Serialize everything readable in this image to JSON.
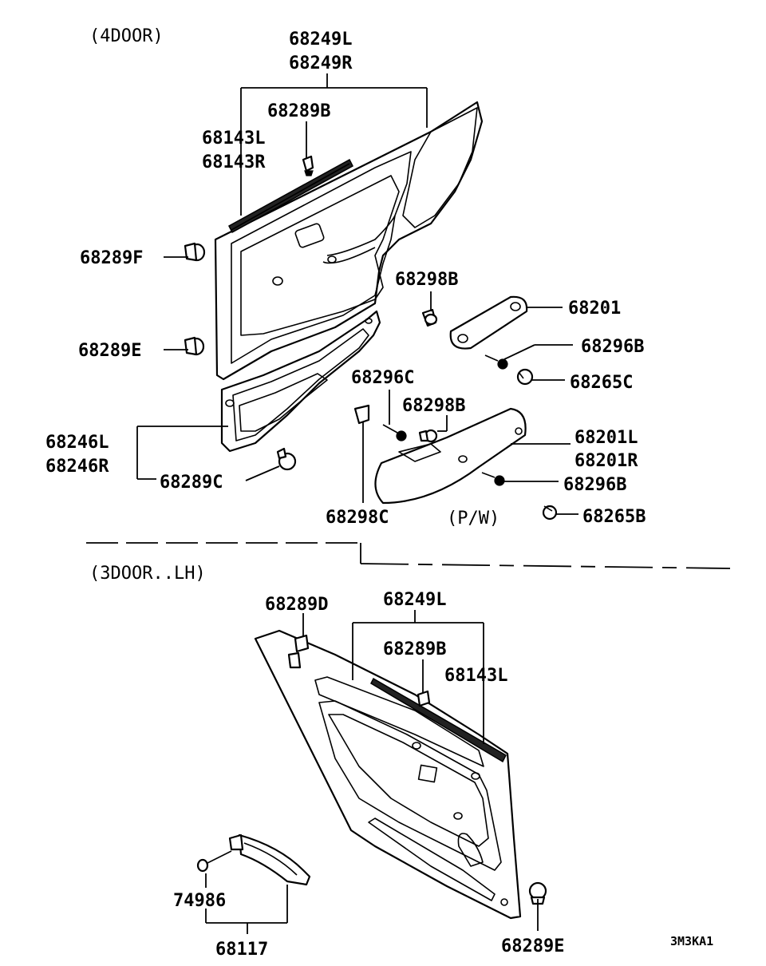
{
  "sections": {
    "top": "(4DOOR)",
    "bottom": "(3DOOR..LH)",
    "pw": "(P/W)"
  },
  "labels": {
    "p68249L_top": "68249L",
    "p68249R_top": "68249R",
    "p68289B_top": "68289B",
    "p68143L_top": "68143L",
    "p68143R_top": "68143R",
    "p68289F": "68289F",
    "p68289E_top": "68289E",
    "p68298B_a": "68298B",
    "p68201": "68201",
    "p68296B_a": "68296B",
    "p68296C": "68296C",
    "p68265C": "68265C",
    "p68298B_b": "68298B",
    "p68246L": "68246L",
    "p68246R": "68246R",
    "p68201L": "68201L",
    "p68201R": "68201R",
    "p68289C": "68289C",
    "p68296B_b": "68296B",
    "p68298C": "68298C",
    "p68265B": "68265B",
    "p68289D": "68289D",
    "p68249L_bot": "68249L",
    "p68289B_bot": "68289B",
    "p68143L_bot": "68143L",
    "p74986": "74986",
    "p68117": "68117",
    "p68289E_bot": "68289E"
  },
  "diagram_code": "3M3KA1"
}
